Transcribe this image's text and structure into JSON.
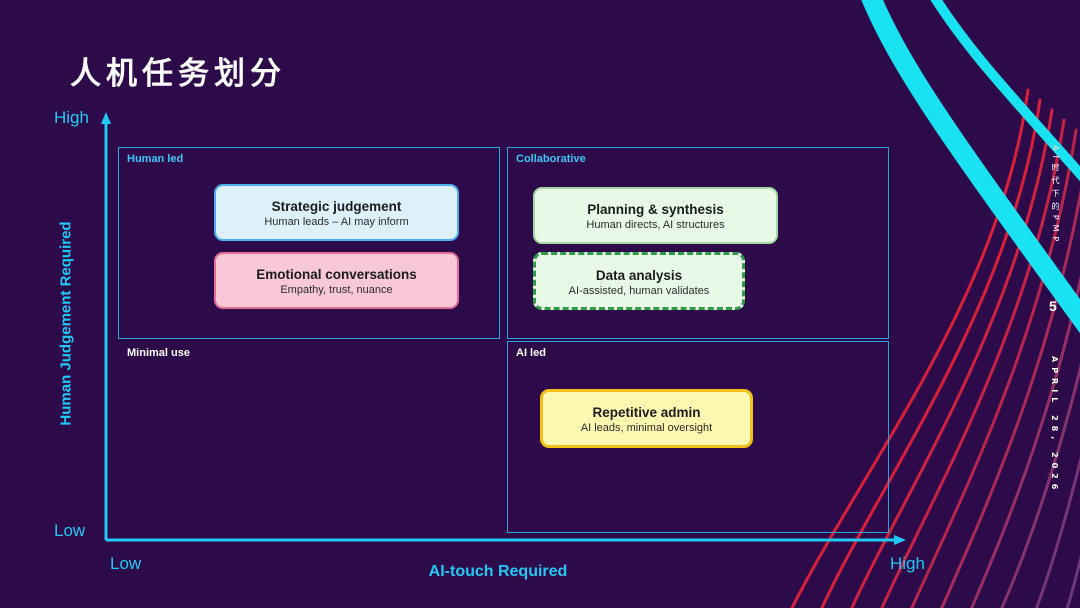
{
  "title": "人机任务划分",
  "axes": {
    "x_title": "AI-touch Required",
    "x_low": "Low",
    "x_high": "High",
    "y_title": "Human Judgement Required",
    "y_low": "Low",
    "y_high": "High",
    "color": "#22c9f5"
  },
  "quadrants": {
    "top_left": "Human led",
    "top_right": "Collaborative",
    "bottom_left": "Minimal use",
    "bottom_right": "AI led"
  },
  "cards": {
    "strategic": {
      "title": "Strategic judgement",
      "subtitle": "Human leads – AI may inform"
    },
    "emotional": {
      "title": "Emotional conversations",
      "subtitle": "Empathy, trust, nuance"
    },
    "planning": {
      "title": "Planning & synthesis",
      "subtitle": "Human directs, AI structures"
    },
    "data": {
      "title": "Data analysis",
      "subtitle": "AI-assisted, human validates"
    },
    "repetitive": {
      "title": "Repetitive admin",
      "subtitle": "AI leads, minimal oversight"
    }
  },
  "sidebar": {
    "top_text": "AI时代下的PMP",
    "page_number": "5",
    "date": "APRIL 28, 2026"
  },
  "colors": {
    "background": "#2d0b4a",
    "accent_cyan": "#22c9f5",
    "accent_red": "#e8243c"
  }
}
